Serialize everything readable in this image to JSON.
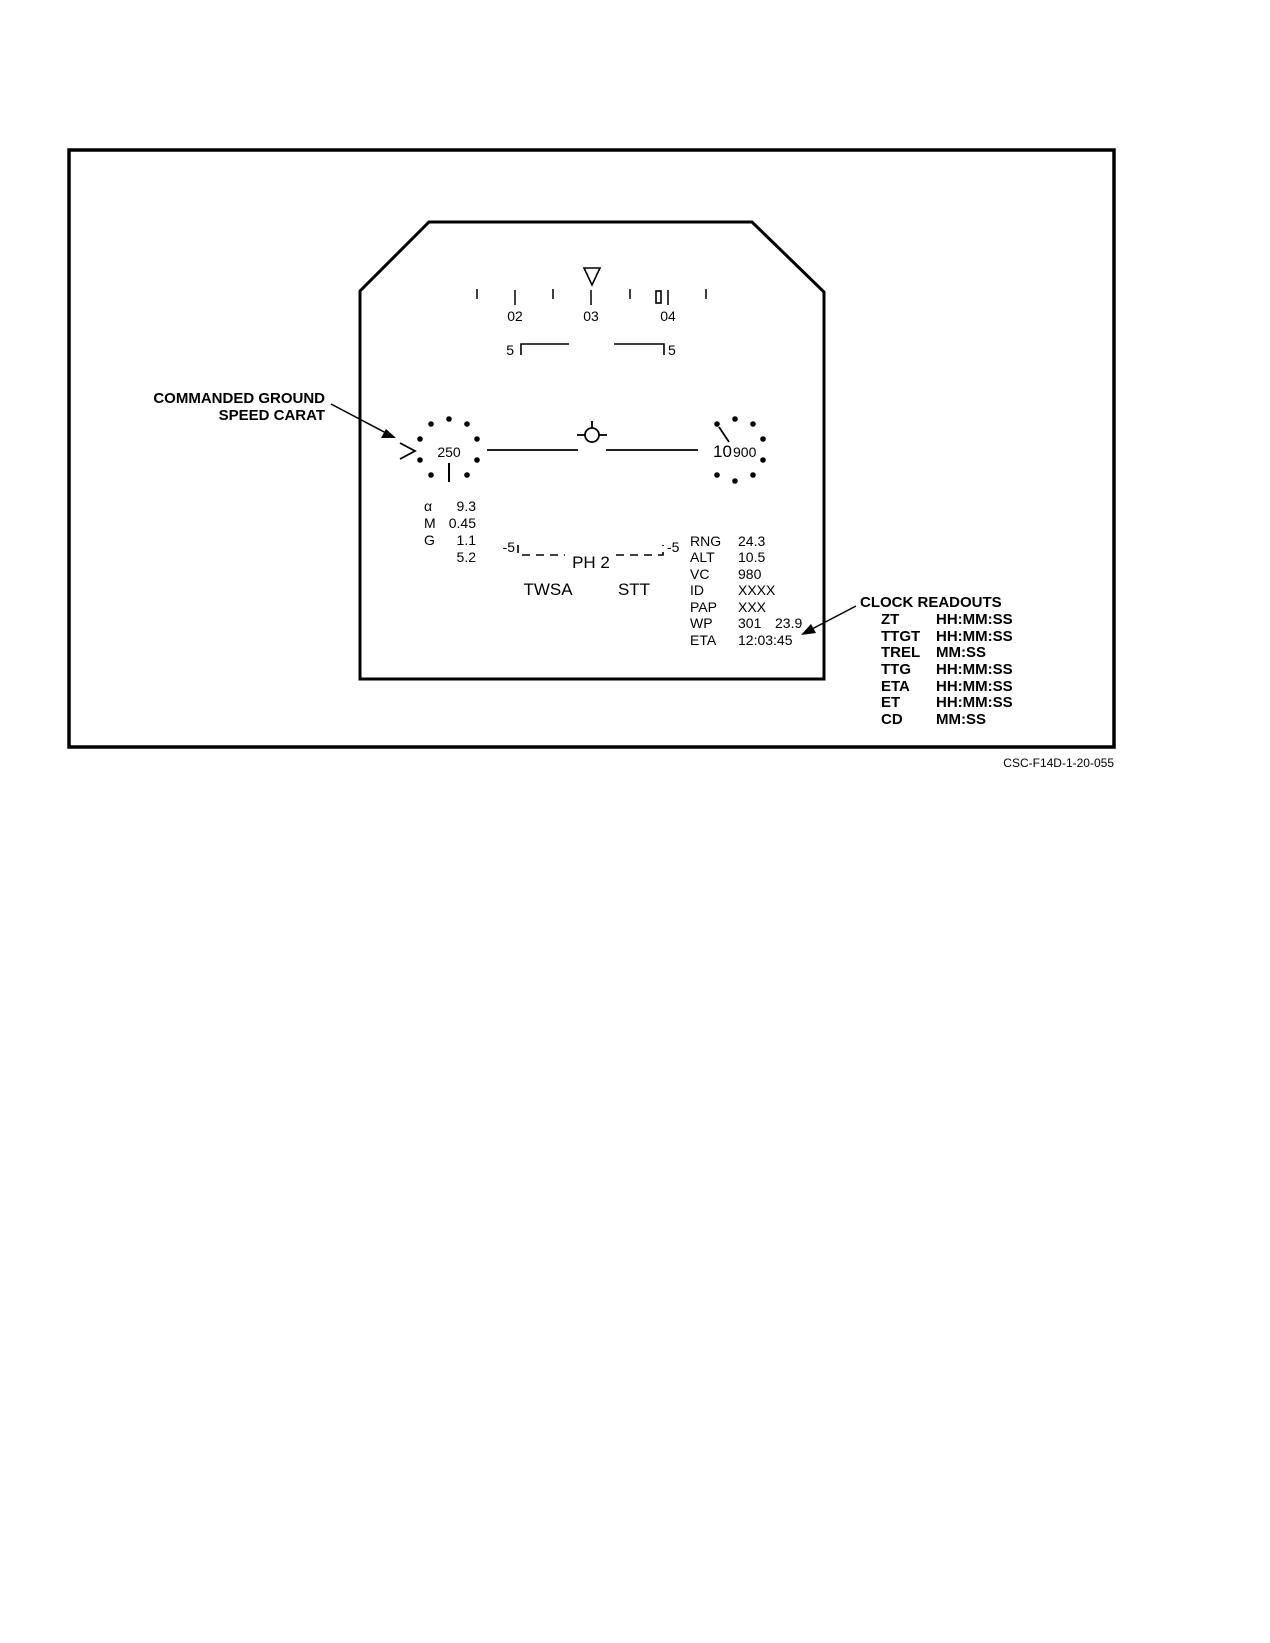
{
  "heading_tape": {
    "labels": [
      "02",
      "03",
      "04"
    ]
  },
  "pitch_ladder": {
    "left_label": "5",
    "right_label": "5"
  },
  "airspeed_dial": {
    "value": "250"
  },
  "altitude_dial": {
    "value_large": "10",
    "value_small": "900"
  },
  "flight_params": [
    {
      "label": "α",
      "value": "9.3"
    },
    {
      "label": "M",
      "value": "0.45"
    },
    {
      "label": "G",
      "value": "1.1"
    },
    {
      "label": "",
      "value": "5.2"
    }
  ],
  "horizon_bar": {
    "left_label": "-5",
    "right_label": "-5",
    "phase": "PH 2"
  },
  "modes": {
    "left": "TWSA",
    "right": "STT"
  },
  "target_data": [
    {
      "label": "RNG",
      "value": "24.3"
    },
    {
      "label": "ALT",
      "value": "10.5"
    },
    {
      "label": "VC",
      "value": "980"
    },
    {
      "label": "ID",
      "value": "XXXX"
    },
    {
      "label": "PAP",
      "value": "XXX"
    },
    {
      "label": "WP",
      "value": "301",
      "value2": "23.9"
    },
    {
      "label": "ETA",
      "value": "12:03:45"
    }
  ],
  "callouts": {
    "carat_line1": "COMMANDED GROUND",
    "carat_line2": "SPEED CARAT",
    "clock_title": "CLOCK READOUTS"
  },
  "clock_readouts": [
    {
      "label": "ZT",
      "format": "HH:MM:SS"
    },
    {
      "label": "TTGT",
      "format": "HH:MM:SS"
    },
    {
      "label": "TREL",
      "format": "MM:SS"
    },
    {
      "label": "TTG",
      "format": "HH:MM:SS"
    },
    {
      "label": "ETA",
      "format": "HH:MM:SS"
    },
    {
      "label": "ET",
      "format": "HH:MM:SS"
    },
    {
      "label": "CD",
      "format": "MM:SS"
    }
  ],
  "figure_id": "CSC-F14D-1-20-055"
}
